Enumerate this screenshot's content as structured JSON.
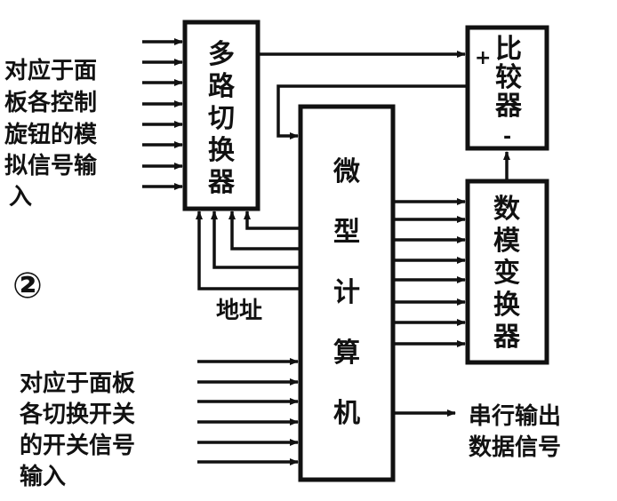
{
  "figure_number": "②",
  "blocks": {
    "multiplexer": "多路切换器",
    "comparator": "比较器",
    "comparator_plus": "+",
    "comparator_minus": "-",
    "microcomputer": "微型计算机",
    "dac": "数模变换器"
  },
  "labels": {
    "analog_inputs": [
      "对应于面",
      "板各控制",
      "旋钮的模",
      "拟信号输",
      "入"
    ],
    "switch_inputs": [
      "对应于面板",
      "各切换开关",
      "的开关信号",
      "输入"
    ],
    "address": "地址",
    "serial_output": [
      "串行输出",
      "数据信号"
    ]
  }
}
